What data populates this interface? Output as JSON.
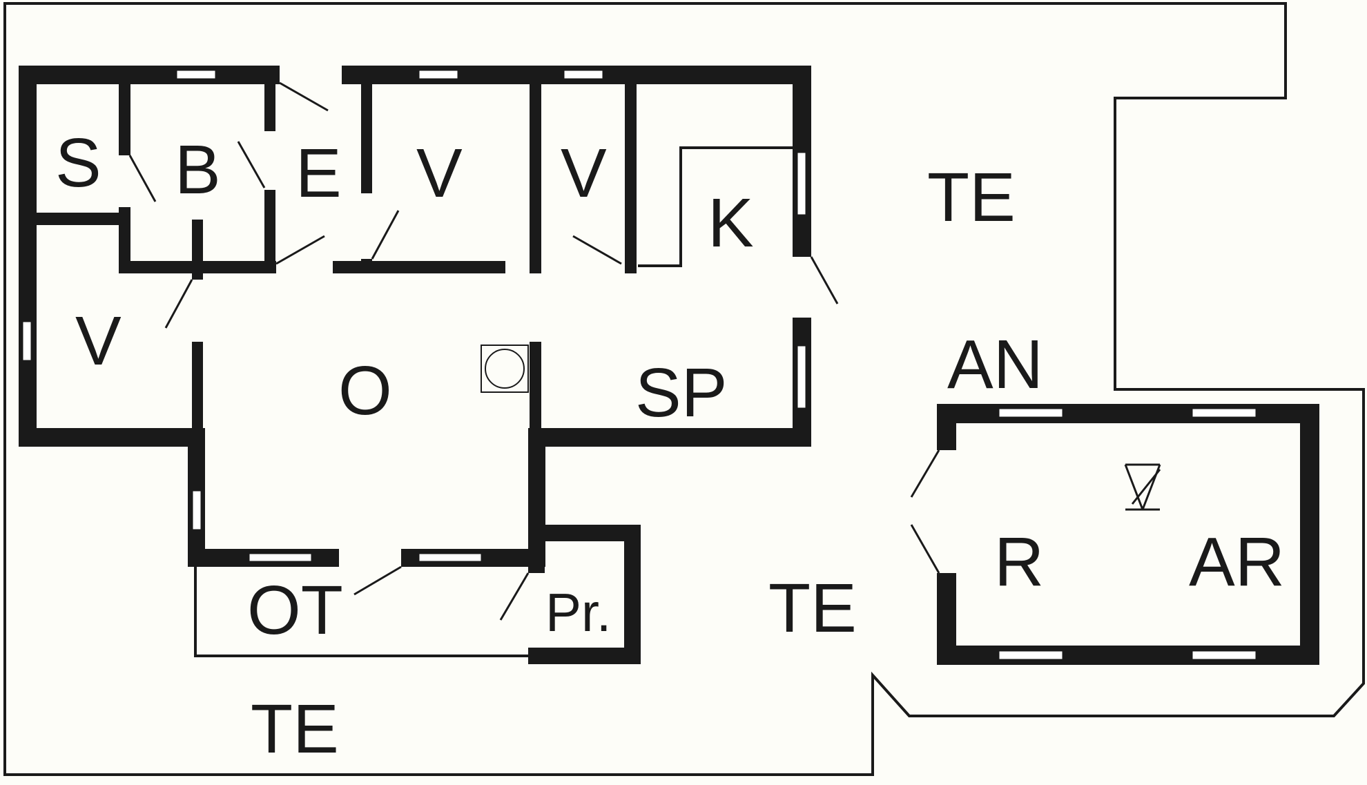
{
  "colors": {
    "background": "#fdfdf8",
    "ink": "#1a1a1a"
  },
  "labels": {
    "s": "S",
    "b": "B",
    "e": "E",
    "v1": "V",
    "v2": "V",
    "v3": "V",
    "k": "K",
    "o": "O",
    "sp": "SP",
    "ot": "OT",
    "pr": "Pr.",
    "te_top": "TE",
    "te_mid": "TE",
    "te_bottom": "TE",
    "an": "AN",
    "r": "R",
    "ar": "AR"
  },
  "symbols": {
    "stove": "stove-icon",
    "shower": "shower-icon"
  }
}
